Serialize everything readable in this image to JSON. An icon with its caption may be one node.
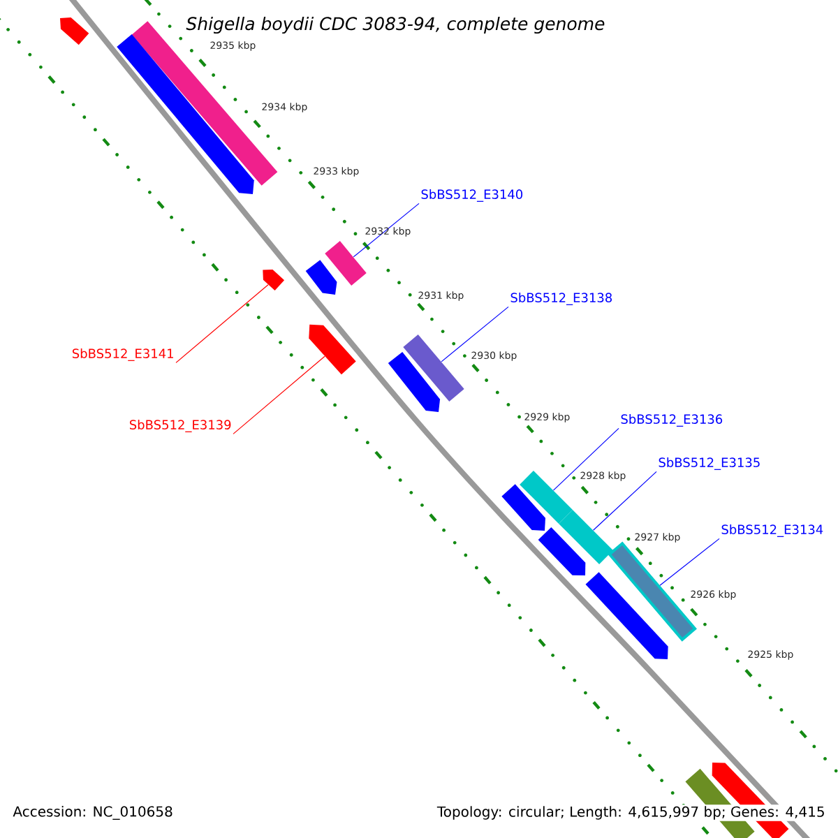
{
  "diagram": {
    "title": "Shigella boydii CDC 3083-94, complete genome",
    "nodes": [
      {
        "text": [
          "SbBS512_E3140"
        ]
      },
      {
        "text": [
          "SbBS512_E3138"
        ]
      },
      {
        "text": [
          "SbBS512_E3141"
        ]
      },
      {
        "text": [
          "SbBS512_E3136"
        ]
      },
      {
        "text": [
          "SbBS512_E3139"
        ]
      },
      {
        "text": [
          "SbBS512_E3135"
        ]
      },
      {
        "text": [
          "SbBS512_E3134"
        ]
      },
      {
        "text": [],
        "shape": "bar"
      },
      {
        "text": [],
        "shape": "arrow"
      },
      {
        "text": [],
        "shape": "arrow"
      },
      {
        "text": [],
        "shape": "bar"
      },
      {
        "text": [],
        "shape": "bar"
      },
      {
        "text": [],
        "shape": "bar"
      },
      {
        "text": [],
        "shape": "bar"
      }
    ],
    "edges": [
      {
        "from": 0,
        "to": 7,
        "arrow": "none"
      },
      {
        "from": 1,
        "to": 10,
        "arrow": "none"
      },
      {
        "from": 2,
        "to": 8,
        "arrow": "none",
        "color": "#ff0000"
      },
      {
        "from": 3,
        "to": 11,
        "arrow": "none"
      },
      {
        "from": 4,
        "to": 9,
        "arrow": "none",
        "color": "#ff0000"
      },
      {
        "from": 5,
        "to": 12,
        "arrow": "none"
      },
      {
        "from": 6,
        "to": 13,
        "arrow": "none"
      }
    ],
    "labels": [
      "2935 kbp",
      "2934 kbp",
      "2933 kbp",
      "2932 kbp",
      "2931 kbp",
      "2930 kbp",
      "2929 kbp",
      "2928 kbp",
      "2927 kbp",
      "2926 kbp",
      "2925 kbp",
      "Accession: NC_010658",
      "Topology: circular; Length: 4,615,997 bp; Genes: 4,415"
    ]
  }
}
